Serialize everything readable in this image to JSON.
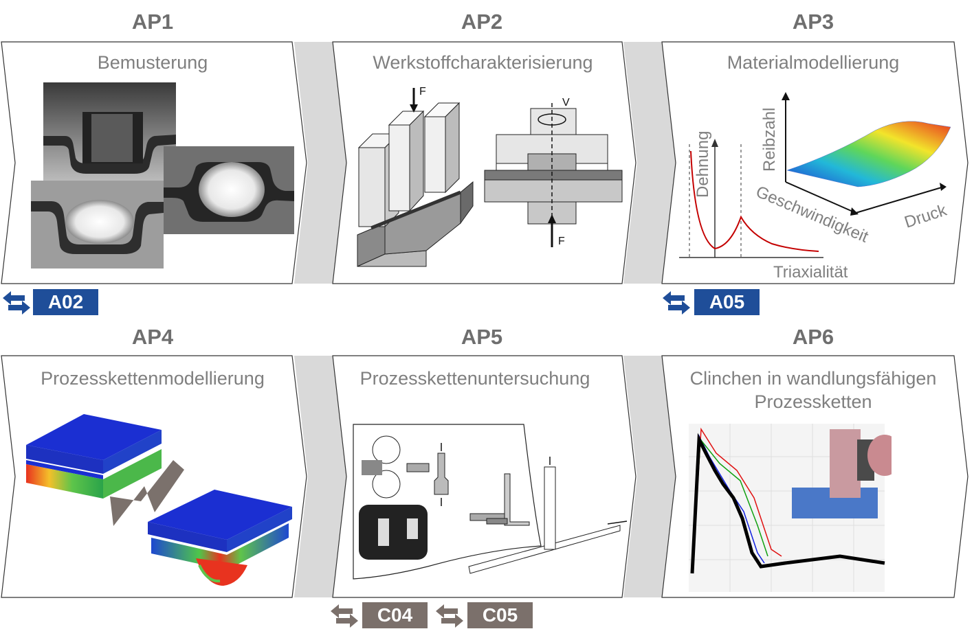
{
  "colors": {
    "accent_blue": "#1f4e99",
    "accent_grey": "#7b706b",
    "label_grey": "#6e6e6e",
    "title_grey": "#7f7f7f",
    "connector": "#d9d9d9"
  },
  "panels": [
    {
      "ap": "AP1",
      "title": "Bemusterung"
    },
    {
      "ap": "AP2",
      "title": "Werkstoffcharakterisierung"
    },
    {
      "ap": "AP3",
      "title": "Materialmodellierung"
    },
    {
      "ap": "AP4",
      "title": "Prozesskettenmodellierung"
    },
    {
      "ap": "AP5",
      "title": "Prozesskettenuntersuchung"
    },
    {
      "ap": "AP6",
      "title_line1": "Clinchen in wandlungsfähigen",
      "title_line2": "Prozessketten"
    }
  ],
  "badges": {
    "a02": "A02",
    "a05": "A05",
    "c04": "C04",
    "c05": "C05"
  },
  "ap2_labels": {
    "force_top": "F",
    "velocity": "V",
    "force_bottom": "F"
  },
  "ap3_labels": {
    "y_axis": "Dehnung",
    "x_axis": "Triaxialität",
    "z_axis": "Reibzahl",
    "axis_speed": "Geschwindigkeit",
    "axis_pressure": "Druck"
  },
  "icons": [
    "exchange-arrows-icon"
  ]
}
